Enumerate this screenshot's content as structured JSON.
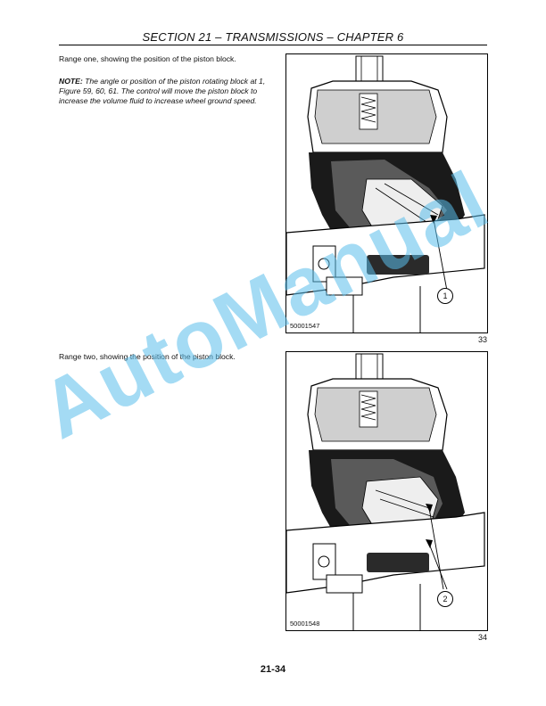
{
  "header": {
    "title": "SECTION 21 – TRANSMISSIONS – CHAPTER 6"
  },
  "content": {
    "range_one": "Range one, showing the position of the piston block.",
    "note_label": "NOTE:",
    "note_text": " The angle or position of the piston rotating block at 1, Figure 59, 60, 61. The control will move the piston block to increase the volume fluid to increase wheel ground speed.",
    "range_two": "Range two, showing the position of the piston block."
  },
  "figures": [
    {
      "code": "50001547",
      "number": "33",
      "callout": "1"
    },
    {
      "code": "50001548",
      "number": "34",
      "callout": "2"
    }
  ],
  "footer": {
    "page": "21-34"
  },
  "watermark": "AutoManual",
  "colors": {
    "watermark": "#5abeeb"
  }
}
